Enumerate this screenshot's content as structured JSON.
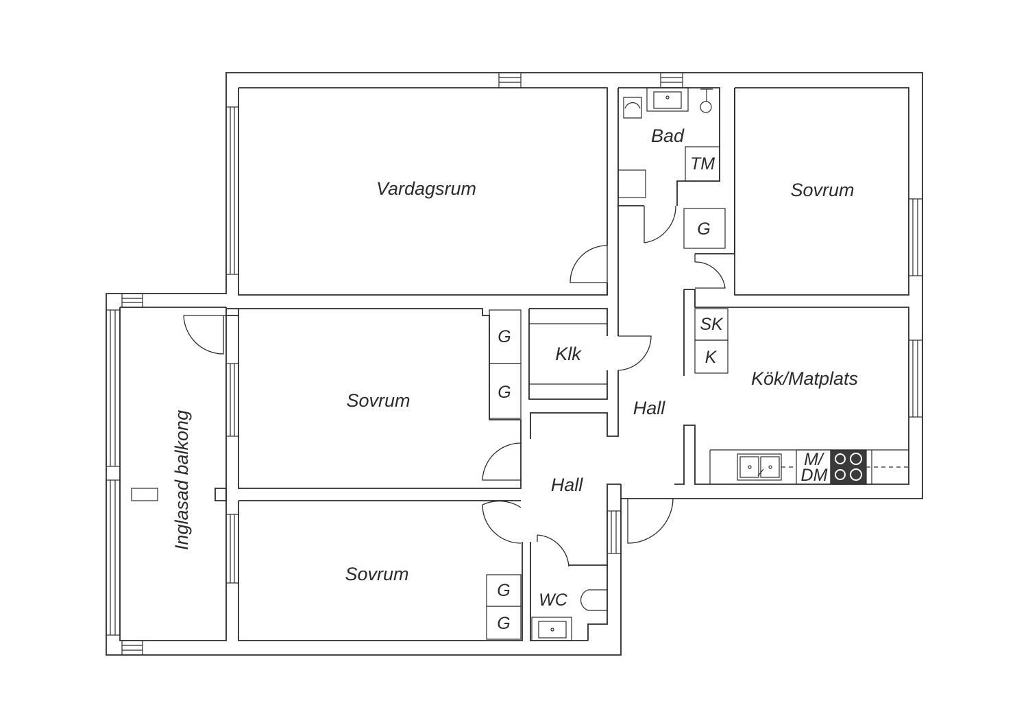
{
  "rooms": {
    "vardagsrum": "Vardagsrum",
    "bad": "Bad",
    "sovrum_top_right": "Sovrum",
    "kok": "Kök/Matplats",
    "klk": "Klk",
    "hall_upper": "Hall",
    "hall_lower": "Hall",
    "sovrum_middle": "Sovrum",
    "sovrum_bottom": "Sovrum",
    "wc": "WC",
    "balkong": "Inglasad balkong"
  },
  "fixtures": {
    "tm": "TM",
    "g_bad": "G",
    "sk": "SK",
    "k": "K",
    "md_top": "M/",
    "md_bottom": "DM",
    "g_mid_1": "G",
    "g_mid_2": "G",
    "g_bot_1": "G",
    "g_bot_2": "G"
  }
}
